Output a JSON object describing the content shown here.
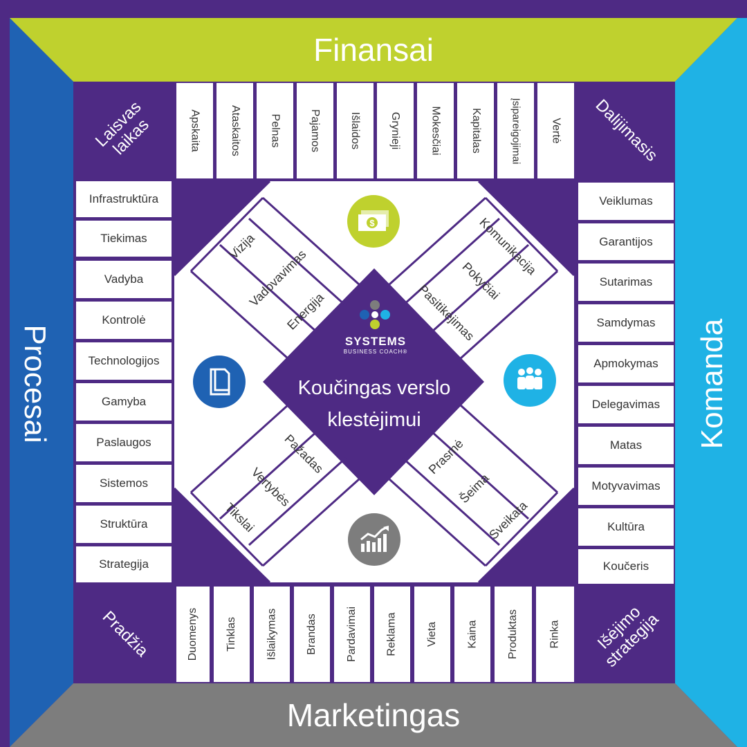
{
  "colors": {
    "purple": "#4e2a84",
    "lime": "#bfd12e",
    "blue_dark": "#1f62b3",
    "blue_light": "#1fb2e5",
    "gray": "#7d7d7d"
  },
  "top_band": {
    "label": "Finansai"
  },
  "bottom_band": {
    "label": "Marketingas"
  },
  "left_band": {
    "label": "Procesai"
  },
  "right_band": {
    "label": "Komanda"
  },
  "corners": {
    "top_left": "Laisvas\nlaikas",
    "top_right": "Dalijimasis",
    "bottom_left": "Pradžia",
    "bottom_right": "Išėjimo\nstrategija"
  },
  "top_cells": [
    "Apskaita",
    "Ataskaitos",
    "Pelnas",
    "Pajamos",
    "Išlaidos",
    "Grynieji",
    "Mokesčiai",
    "Kapitalas",
    "Įsipareigojimai",
    "Vertė"
  ],
  "bottom_cells": [
    "Duomenys",
    "Tinklas",
    "Išlaikymas",
    "Brandas",
    "Pardavimai",
    "Reklama",
    "Vieta",
    "Kaina",
    "Produktas",
    "Rinka"
  ],
  "left_cells": [
    "Infrastruktūra",
    "Tiekimas",
    "Vadyba",
    "Kontrolė",
    "Technologijos",
    "Gamyba",
    "Paslaugos",
    "Sistemos",
    "Struktūra",
    "Strategija"
  ],
  "right_cells": [
    "Veiklumas",
    "Garantijos",
    "Sutarimas",
    "Samdymas",
    "Apmokymas",
    "Delegavimas",
    "Matas",
    "Motyvavimas",
    "Kultūra",
    "Koučeris"
  ],
  "diagonals": {
    "top_left": [
      "Vizija",
      "Vadovavimas",
      "Energija"
    ],
    "top_right": [
      "Komunikacija",
      "Pokyčiai",
      "Pasitikėjimas"
    ],
    "bottom_left": [
      "Tikslai",
      "Vertybės",
      "Pažadas"
    ],
    "bottom_right": [
      "Prasmė",
      "Šeima",
      "Sveikata"
    ]
  },
  "logo": {
    "line1": "SYSTEMS",
    "line2": "BUSINESS COACH®"
  },
  "center": {
    "line1": "Koučingas verslo",
    "line2": "klestėjimui"
  },
  "icons": {
    "top": "money-icon",
    "left": "folder-icon",
    "right": "team-icon",
    "bottom": "growth-chart-icon"
  }
}
